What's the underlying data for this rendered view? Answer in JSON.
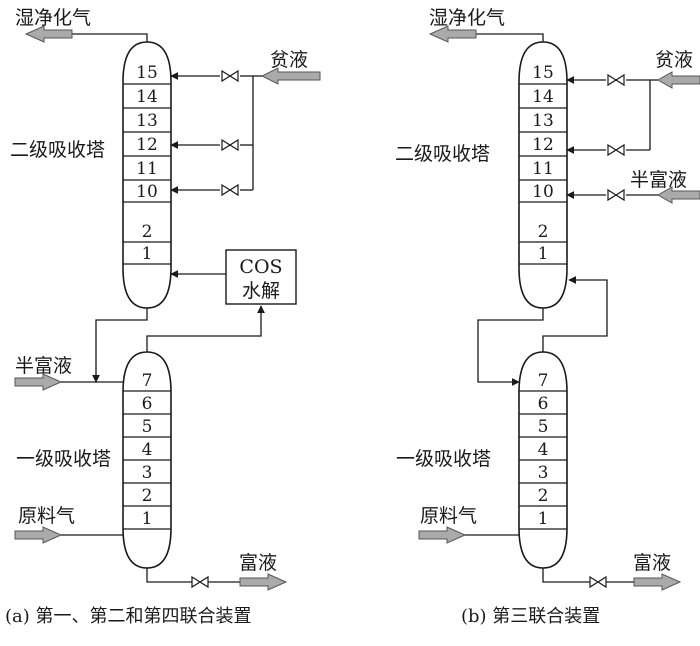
{
  "panel_a": {
    "caption": "(a) 第一、第二和第四联合装置",
    "outlet_gas": "湿净化气",
    "upper_tower": "二级吸收塔",
    "lower_tower": "一级吸收塔",
    "lean_solution": "贫液",
    "semi_rich_solution": "半富液",
    "feed_gas": "原料气",
    "rich_solution": "富液",
    "cos_unit": [
      "COS",
      "水解"
    ],
    "upper_trays": [
      "15",
      "14",
      "13",
      "12",
      "11",
      "10",
      "2",
      "1"
    ],
    "lower_trays": [
      "7",
      "6",
      "5",
      "4",
      "3",
      "2",
      "1"
    ]
  },
  "panel_b": {
    "caption": "(b) 第三联合装置",
    "outlet_gas": "湿净化气",
    "upper_tower": "二级吸收塔",
    "lower_tower": "一级吸收塔",
    "lean_solution": "贫液",
    "semi_rich_solution": "半富液",
    "feed_gas": "原料气",
    "rich_solution": "富液",
    "upper_trays": [
      "15",
      "14",
      "13",
      "12",
      "11",
      "10",
      "2",
      "1"
    ],
    "lower_trays": [
      "7",
      "6",
      "5",
      "4",
      "3",
      "2",
      "1"
    ]
  }
}
